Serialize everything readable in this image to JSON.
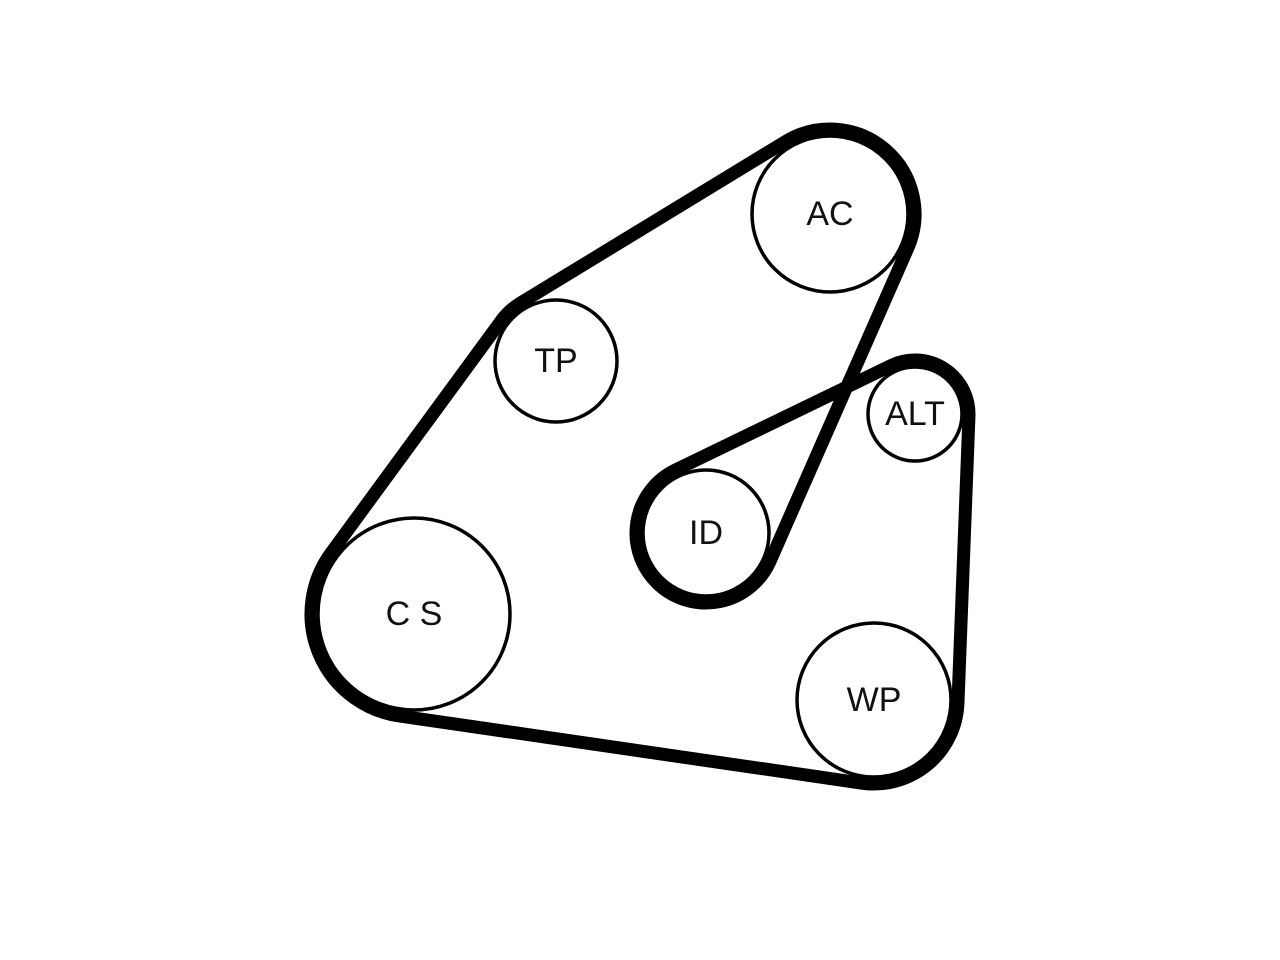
{
  "diagram": {
    "pulleys": [
      {
        "id": "ac",
        "label": "AC",
        "belt_side": "outside"
      },
      {
        "id": "tp",
        "label": "TP",
        "belt_side": "outside"
      },
      {
        "id": "alt",
        "label": "ALT",
        "belt_side": "outside"
      },
      {
        "id": "id",
        "label": "ID",
        "belt_side": "outside"
      },
      {
        "id": "cs",
        "label": "C S",
        "belt_side": "outside"
      },
      {
        "id": "wp",
        "label": "WP",
        "belt_side": "outside"
      }
    ],
    "belt_routing": [
      "cs",
      "tp",
      "ac",
      "id",
      "alt",
      "wp"
    ],
    "colors": {
      "belt": "#000000",
      "pulley_fill": "#ffffff",
      "pulley_stroke": "#000000",
      "label": "#111111"
    }
  }
}
